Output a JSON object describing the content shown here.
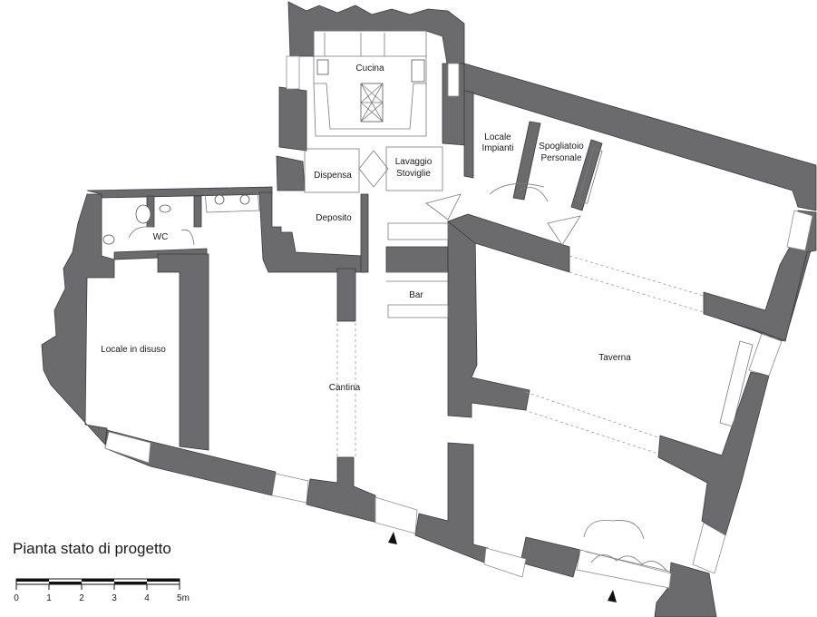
{
  "title": "Pianta stato di progetto",
  "rooms": {
    "cucina": "Cucina",
    "locale_impianti_1": "Locale",
    "locale_impianti_2": "Impianti",
    "spogliatoio_1": "Spogliatoio",
    "spogliatoio_2": "Personale",
    "dispensa": "Dispensa",
    "lavaggio_1": "Lavaggio",
    "lavaggio_2": "Stoviglie",
    "wc": "WC",
    "deposito": "Deposito",
    "bar": "Bar",
    "locale_in_disuso": "Locale in disuso",
    "taverna": "Taverna",
    "cantina": "Cantina"
  },
  "scale_bar": {
    "ticks": [
      "0",
      "1",
      "2",
      "3",
      "4",
      "5m"
    ]
  }
}
